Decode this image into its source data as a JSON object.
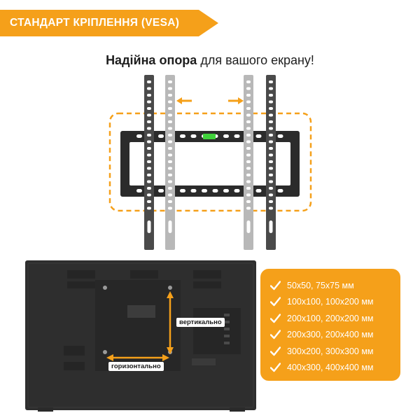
{
  "header": {
    "title": "СТАНДАРТ КРІПЛЕННЯ (VESA)"
  },
  "tagline": {
    "bold": "Надійна опора",
    "rest": " для вашого екрану!"
  },
  "tv": {
    "vertical_label": "вертикально",
    "horizontal_label": "горизонтально"
  },
  "sizes": [
    "50x50, 75x75 мм",
    "100x100, 100x200 мм",
    "200x100, 200x200 мм",
    "200x300, 200x400 мм",
    "300x200, 300x300 мм",
    "400x300, 400x400 мм"
  ],
  "icons": {
    "check": "checkmark-icon",
    "arrow_left": "arrow-left-icon",
    "arrow_right": "arrow-right-icon"
  },
  "colors": {
    "accent": "#f5a01a",
    "bracket": "#2b2b2b",
    "arm_dark": "#4a4a4a",
    "arm_light": "#b8b8b8",
    "level": "#3fd23a",
    "tv_body": "#2e2e2e"
  }
}
